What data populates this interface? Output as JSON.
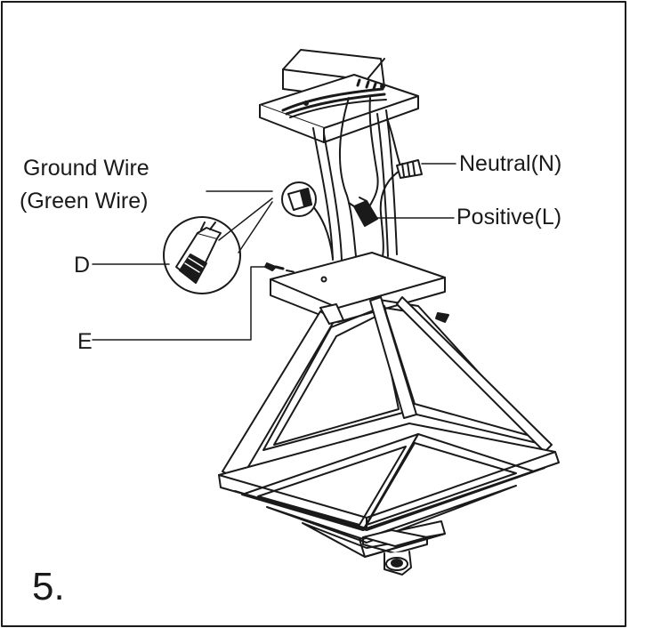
{
  "labels": {
    "ground_wire_line1": "Ground Wire",
    "ground_wire_line2": "(Green Wire)",
    "part_d": "D",
    "part_e": "E",
    "neutral": "Neutral(N)",
    "positive": "Positive(L)"
  },
  "step_number": "5.",
  "colors": {
    "ink": "#1a1a1a",
    "background": "#ffffff"
  }
}
